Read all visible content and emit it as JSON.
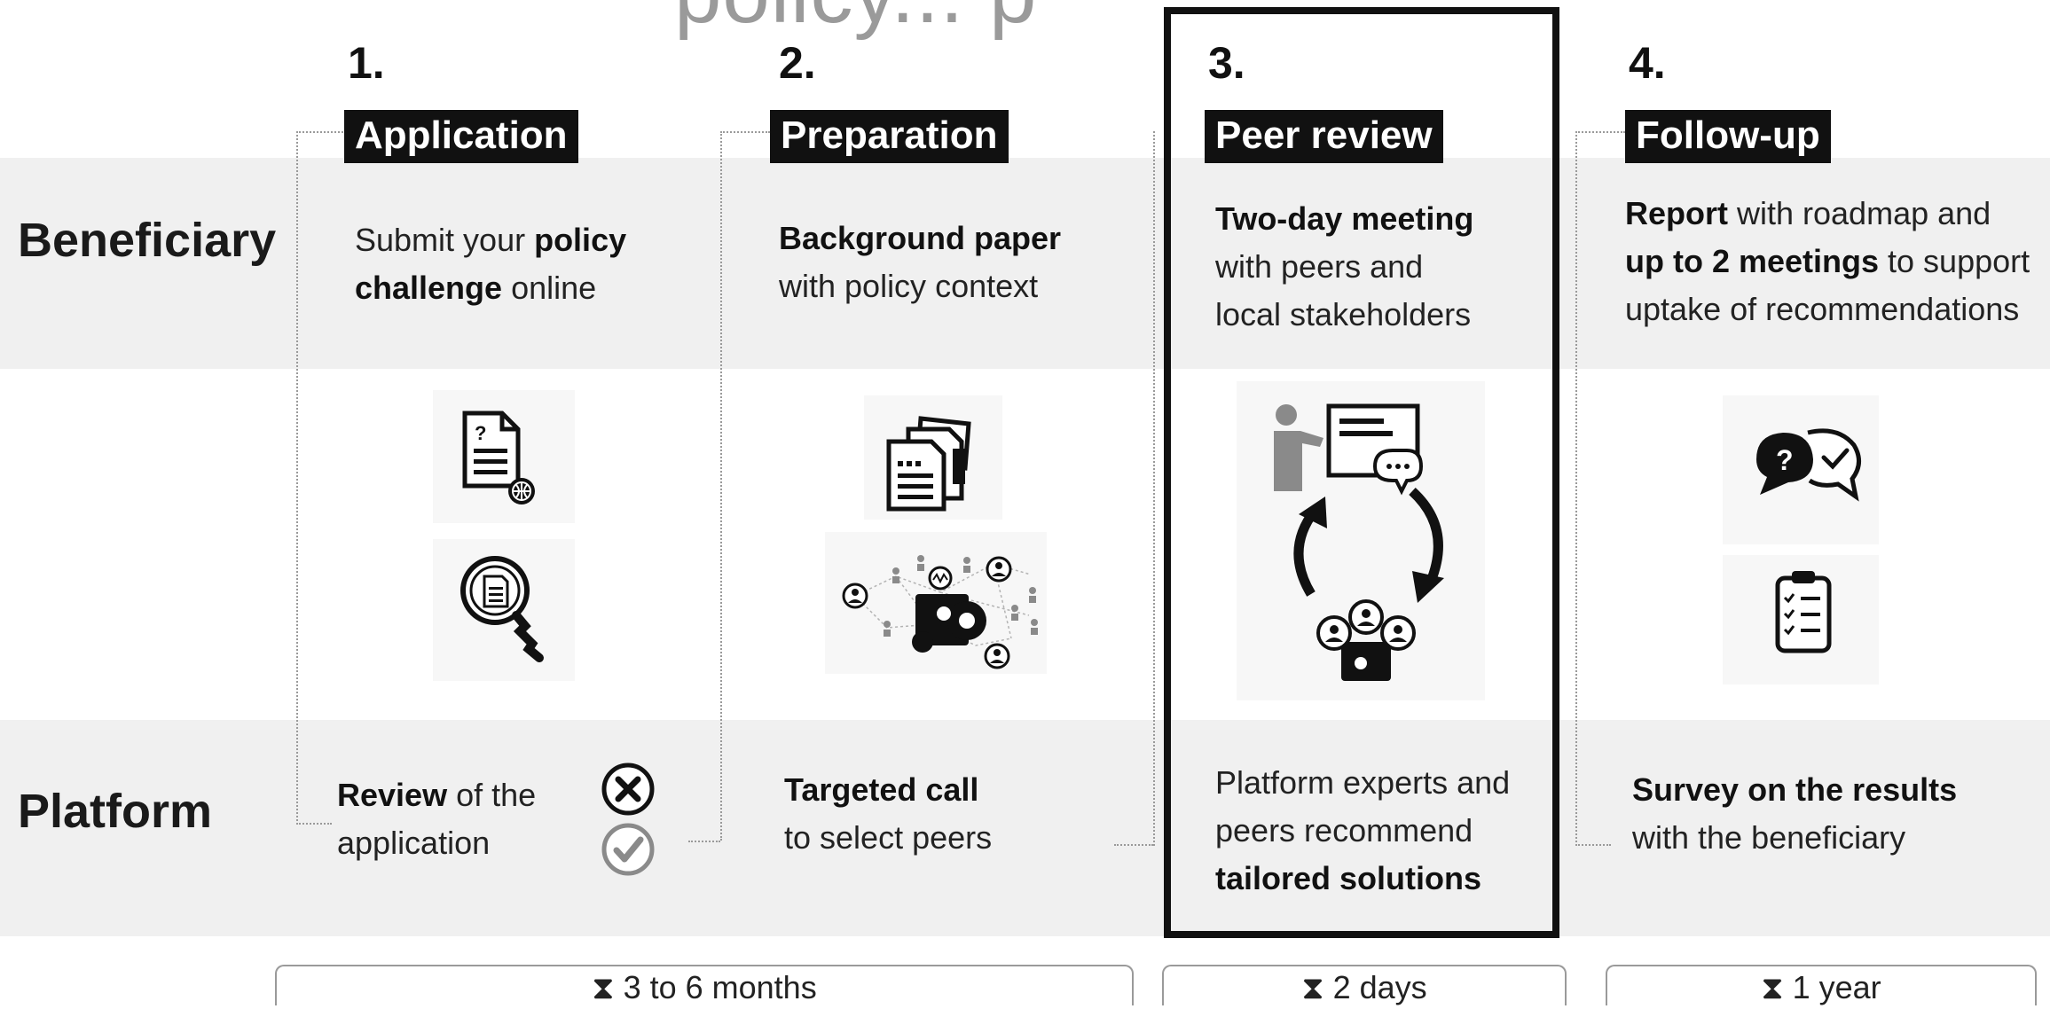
{
  "title_partial": "policy... p",
  "rows": {
    "beneficiary": "Beneficiary",
    "platform": "Platform"
  },
  "stages": [
    {
      "number": "1.",
      "name": "Application",
      "beneficiary_parts": [
        "Submit your ",
        "policy",
        " challenge",
        " online"
      ],
      "platform_parts": [
        "Review",
        " of the",
        "application"
      ]
    },
    {
      "number": "2.",
      "name": "Preparation",
      "beneficiary_parts": [
        "Background paper",
        "with policy context"
      ],
      "platform_parts": [
        "Targeted call",
        "to select peers"
      ]
    },
    {
      "number": "3.",
      "name": "Peer review",
      "beneficiary_parts": [
        "Two-day meeting",
        "with peers and",
        "local stakeholders"
      ],
      "platform_parts": [
        "Platform experts and",
        "peers recommend",
        "tailored solutions"
      ]
    },
    {
      "number": "4.",
      "name": "Follow-up",
      "beneficiary_parts": [
        "Report",
        " with roadmap and",
        "up to 2 meetings",
        " to support",
        "uptake of recommendations"
      ],
      "platform_parts": [
        "Survey on the results",
        "with the beneficiary"
      ]
    }
  ],
  "durations": [
    {
      "label": "⧗ 3 to 6 months"
    },
    {
      "label": "⧗ 2 days"
    },
    {
      "label": "⧗ 1 year"
    }
  ],
  "icons": {
    "application_doc": "document-globe-icon",
    "application_search": "magnifier-document-icon",
    "application_reject": "x-circle-icon",
    "application_accept": "check-circle-icon",
    "preparation_papers": "papers-stack-icon",
    "preparation_network": "network-gears-icon",
    "peer_review_meeting": "presentation-meeting-icon",
    "peer_review_cycle": "cycle-arrows-icon",
    "peer_review_group": "group-gears-icon",
    "followup_chat": "question-check-chat-icon",
    "followup_checklist": "clipboard-checklist-icon"
  },
  "colors": {
    "accent": "#111111",
    "band": "#f0f0f0",
    "dotted": "#9a9a9a"
  }
}
